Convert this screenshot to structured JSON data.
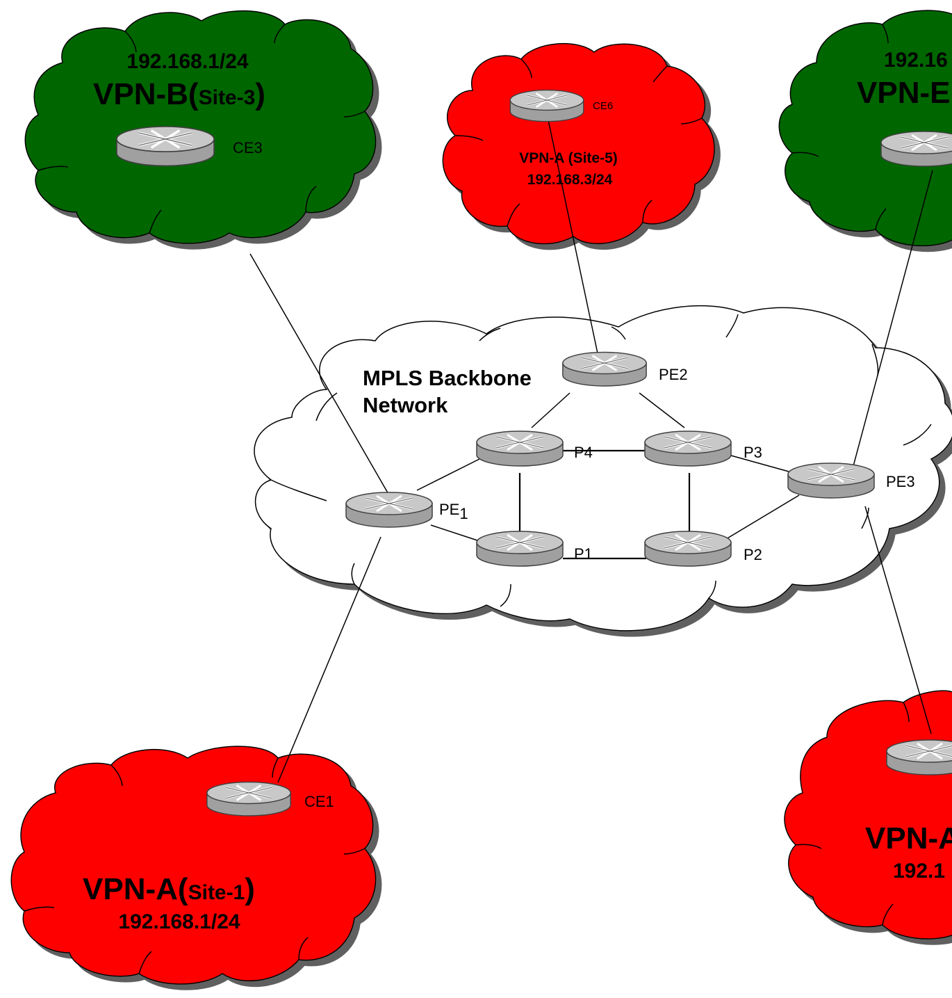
{
  "colors": {
    "vpn_a": "#ff0000",
    "vpn_b": "#006600",
    "backbone": "#ffffff",
    "router_body": "#c0c0c0"
  },
  "backbone": {
    "title_line1": "MPLS Backbone",
    "title_line2": "Network"
  },
  "sites": {
    "site3": {
      "ip": "192.168.1/24",
      "vpn": "VPN-B(",
      "site": "Site-3",
      "close": ")",
      "router": "CE3"
    },
    "site5": {
      "vpn_site": "VPN-A (Site-5)",
      "ip": "192.168.3/24",
      "router": "CE6"
    },
    "site_tr": {
      "ip": "192.16",
      "vpn": "VPN-E"
    },
    "site1": {
      "vpn": "VPN-A(",
      "site": "Site-1",
      "close": ")",
      "ip": "192.168.1/24",
      "router": "CE1"
    },
    "site_br": {
      "vpn": "VPN-A",
      "ip": "192.1"
    }
  },
  "routers": {
    "pe1": "PE",
    "pe1_sub": "1",
    "pe2": "PE2",
    "pe3": "PE3",
    "p1": "P1",
    "p2": "P2",
    "p3": "P3",
    "p4": "P4"
  }
}
